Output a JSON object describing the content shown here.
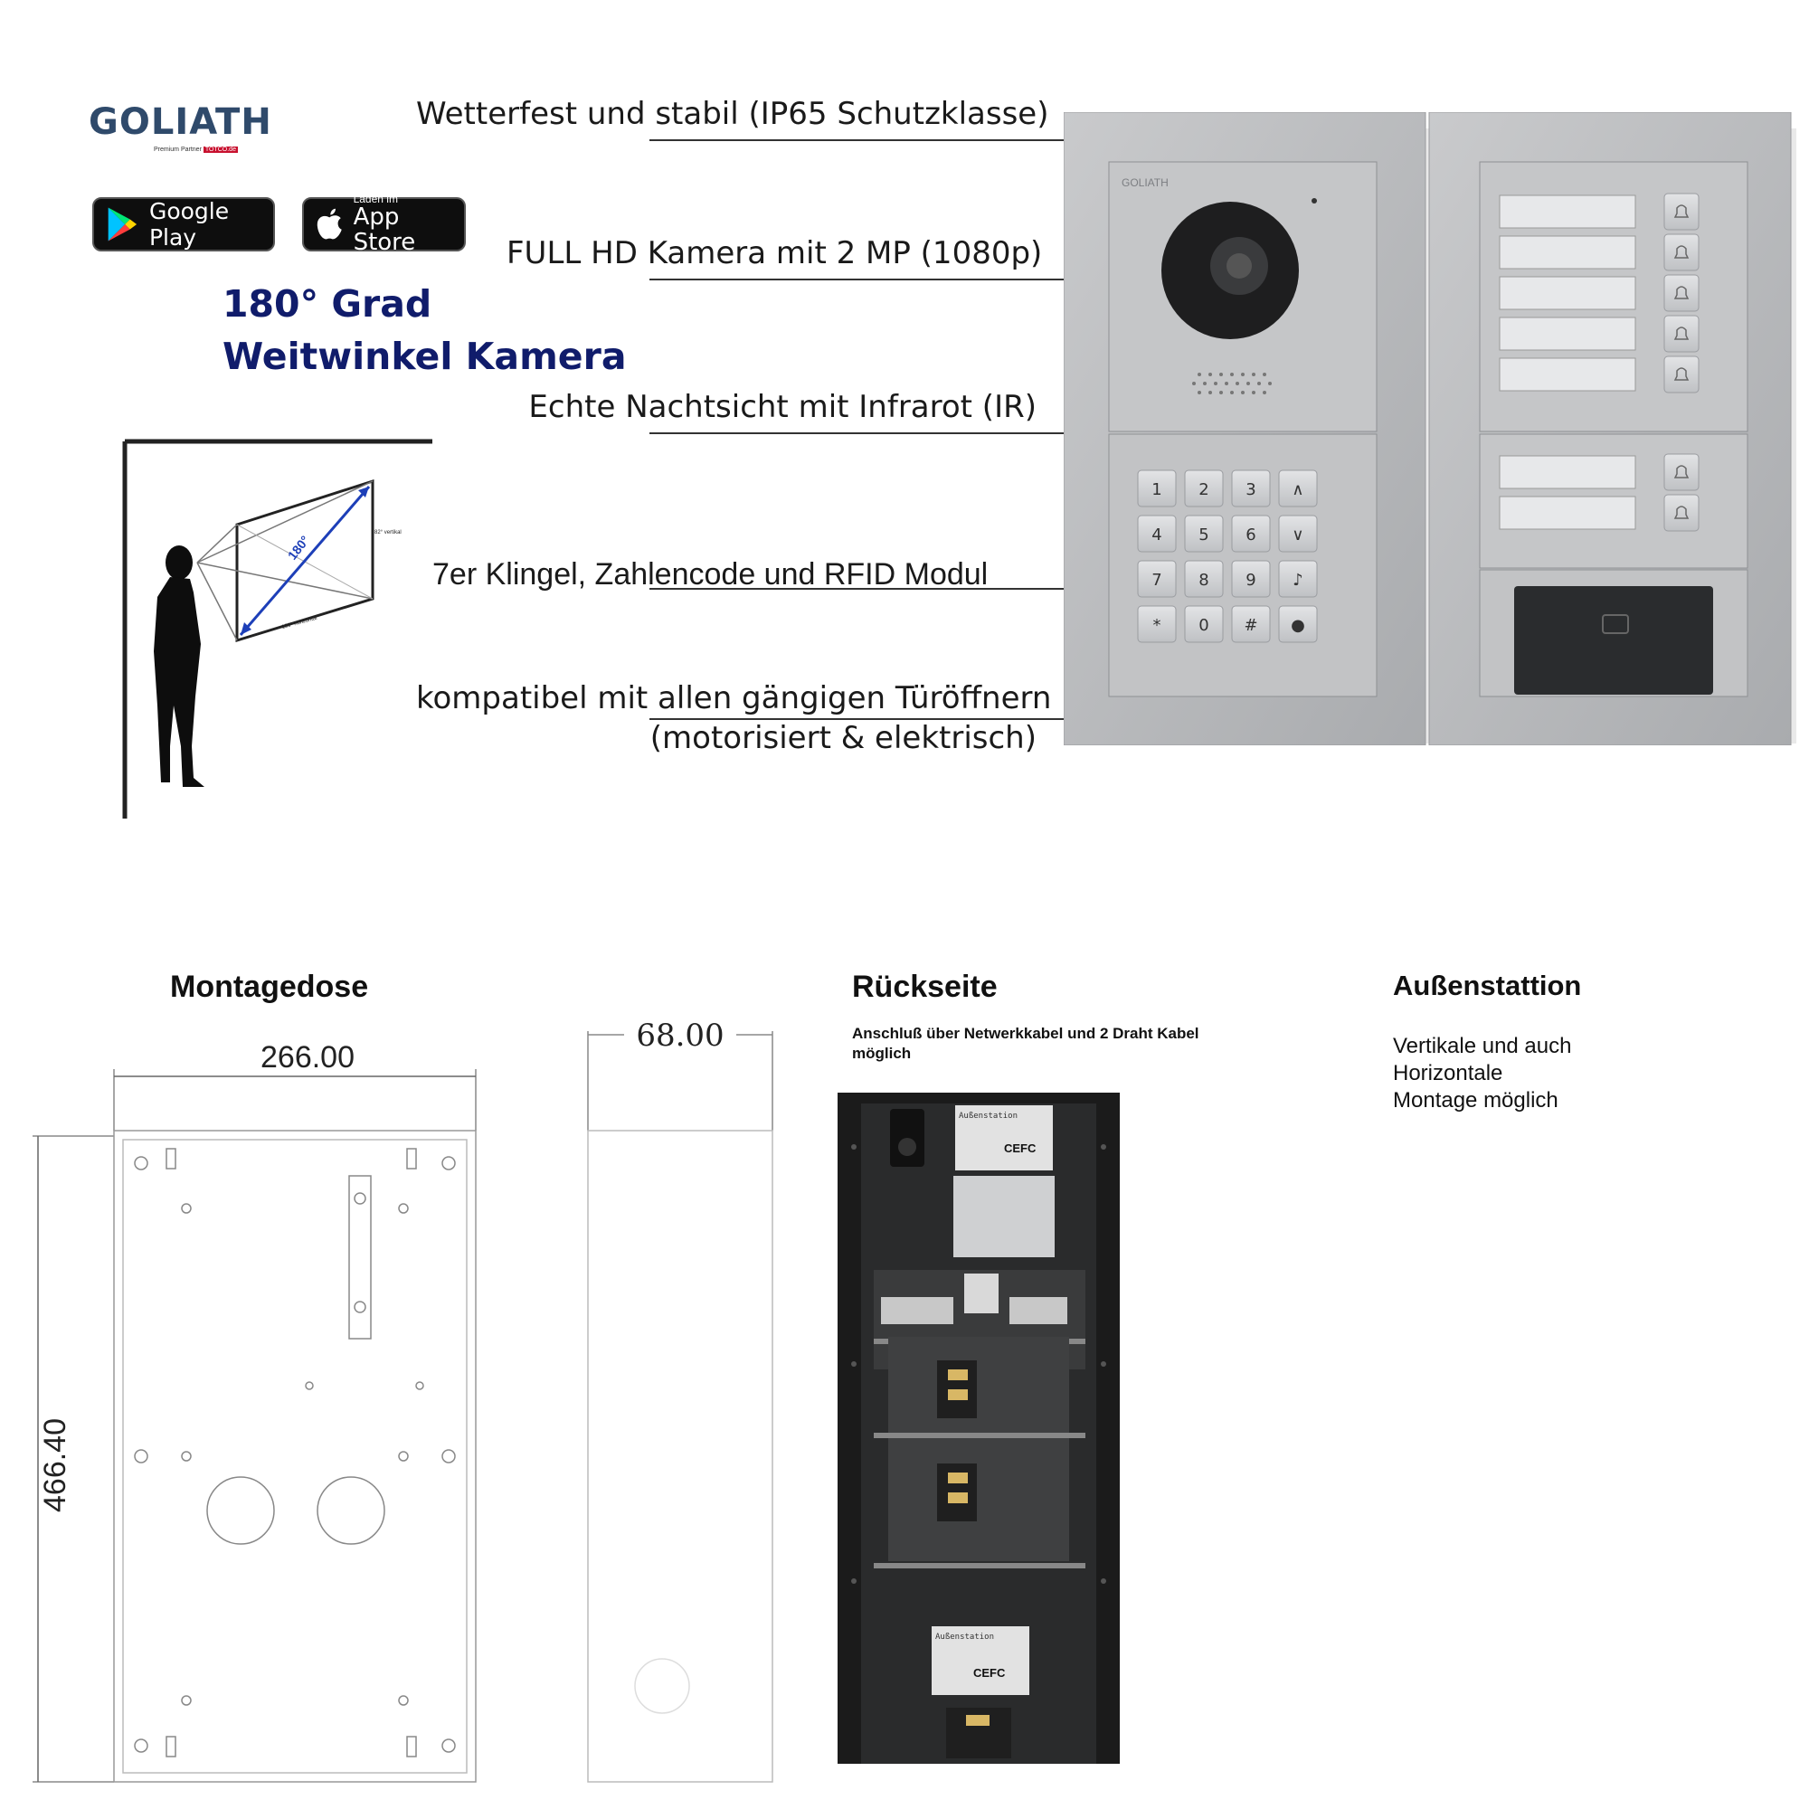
{
  "brand": {
    "name": "GOLIATH",
    "sub_prefix": "Premium Partner",
    "sub_highlight": "TOTCO.de"
  },
  "stores": {
    "google_play": "Google Play",
    "app_store_small": "Laden im",
    "app_store_big": "App Store"
  },
  "headline": {
    "line1": "180° Grad",
    "line2": "Weitwinkel Kamera"
  },
  "diagram": {
    "angle_label": "180°",
    "vertical_label": "82° vertikal",
    "horizontal_label": "180° horizontal"
  },
  "callouts": {
    "weatherproof": "Wetterfest und stabil (IP65 Schutzklasse)",
    "camera": "FULL HD Kamera mit 2 MP (1080p)",
    "night": "Echte Nachtsicht mit Infrarot (IR)",
    "modules": "7er Klingel, Zahlencode und RFID Modul",
    "opener_line1": "kompatibel mit allen gängigen Türöffnern",
    "opener_line2": "(motorisiert & elektrisch)"
  },
  "device": {
    "logo": "GOLIATH",
    "keypad_keys": [
      "1",
      "2",
      "3",
      "∧",
      "4",
      "5",
      "6",
      "∨",
      "7",
      "8",
      "9",
      "♪",
      "*",
      "0",
      "#",
      "●"
    ]
  },
  "sections": {
    "mount_title": "Montagedose",
    "back_title": "Rückseite",
    "back_note": "Anschluß über Netwerkkabel und 2 Draht Kabel möglich",
    "outdoor_title": "Außenstattion",
    "outdoor_note_1": "Vertikale und auch",
    "outdoor_note_2": "Horizontale",
    "outdoor_note_3": "Montage möglich"
  },
  "dimensions": {
    "width": "266.00",
    "depth": "68.00",
    "height": "466.40"
  },
  "back_panel": {
    "label_title": "Außenstation",
    "ce_mark": "CEFC"
  }
}
